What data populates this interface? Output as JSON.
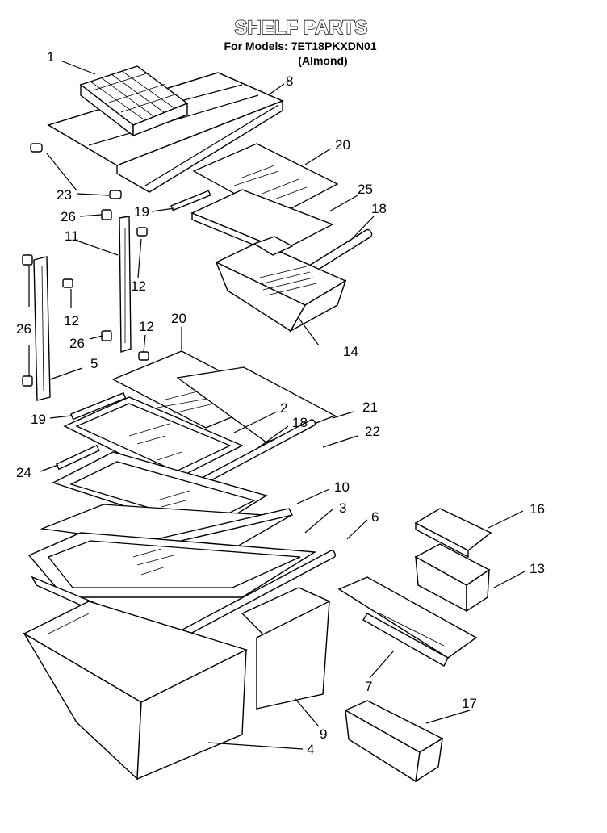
{
  "header": {
    "title": "SHELF PARTS",
    "models_line": "For Models: 7ET18PKXDN01",
    "color_note": "(Almond)"
  },
  "callouts": {
    "c1": "1",
    "c8": "8",
    "c20a": "20",
    "c23": "23",
    "c19a": "19",
    "c25": "25",
    "c18a": "18",
    "c26a": "26",
    "c11": "11",
    "c12a": "12",
    "c12b": "12",
    "c12c": "12",
    "c26b": "26",
    "c26c": "26",
    "c5": "5",
    "c14": "14",
    "c20b": "20",
    "c2": "2",
    "c21": "21",
    "c19b": "19",
    "c18b": "18",
    "c22": "22",
    "c24": "24",
    "c10": "10",
    "c3": "3",
    "c6": "6",
    "c16": "16",
    "c13": "13",
    "c7": "7",
    "c17": "17",
    "c9": "9",
    "c4": "4"
  }
}
